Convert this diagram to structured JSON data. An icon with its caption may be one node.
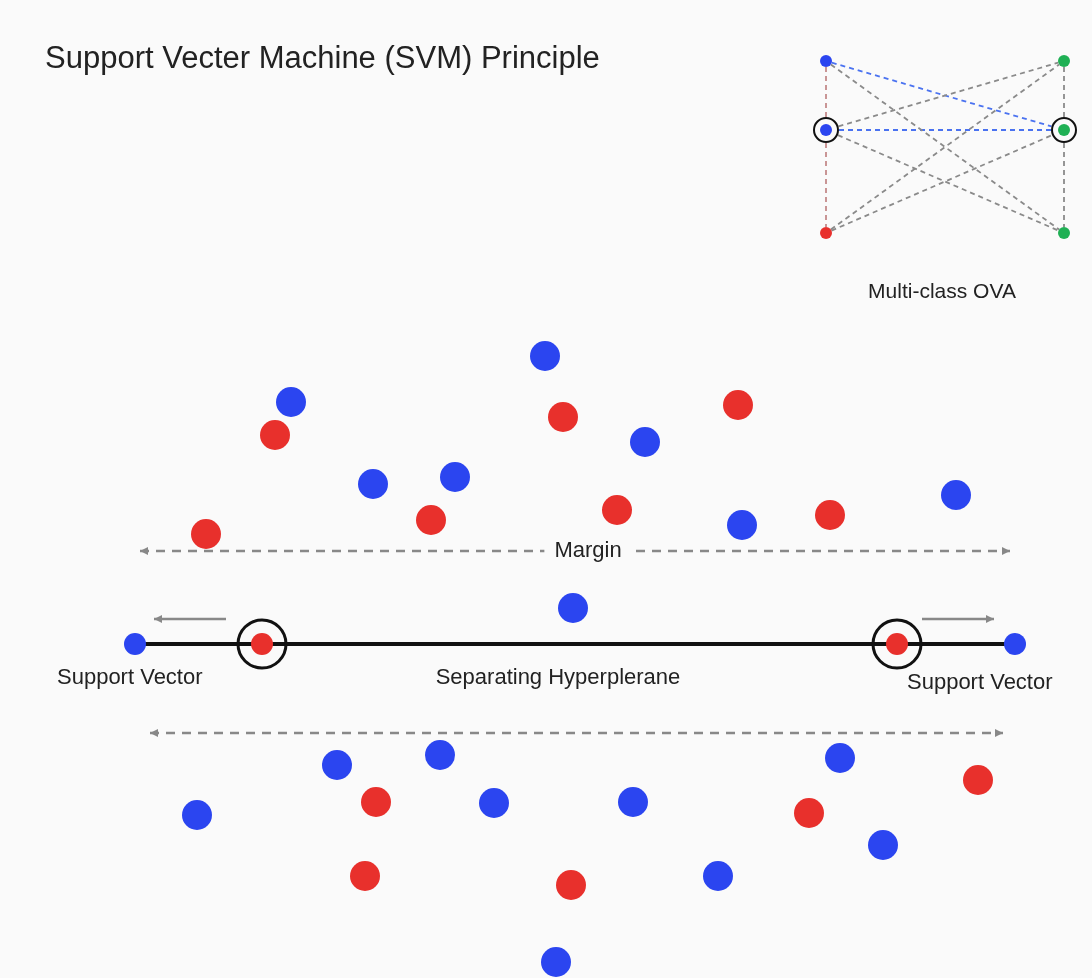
{
  "diagram": {
    "title": "Support Vecter Machine (SVM) Principle",
    "nodes": [
      {
        "text": [],
        "shape": "circle"
      },
      {
        "text": [],
        "shape": "circle"
      },
      {
        "text": [],
        "shape": "circle"
      },
      {
        "text": [],
        "shape": "circle"
      },
      {
        "text": [],
        "shape": "circle"
      },
      {
        "text": [],
        "shape": "circle"
      }
    ],
    "edges": [
      {
        "from": 0,
        "to": 1,
        "arrow": "none",
        "style": "dashed",
        "color": "#c48a8a"
      },
      {
        "from": 1,
        "to": 2,
        "arrow": "none",
        "style": "dashed",
        "color": "#c48a8a"
      },
      {
        "from": 3,
        "to": 4,
        "arrow": "none",
        "style": "dashed"
      },
      {
        "from": 4,
        "to": 5,
        "arrow": "none",
        "style": "dashed"
      },
      {
        "from": 0,
        "to": 4,
        "arrow": "none",
        "style": "dashed",
        "color": "#4a72f0"
      },
      {
        "from": 1,
        "to": 4,
        "arrow": "none",
        "style": "dashed",
        "color": "#4a72f0"
      },
      {
        "from": 0,
        "to": 5,
        "arrow": "none",
        "style": "dashed"
      },
      {
        "from": 1,
        "to": 3,
        "arrow": "none",
        "style": "dashed"
      },
      {
        "from": 1,
        "to": 5,
        "arrow": "none",
        "style": "dashed"
      },
      {
        "from": 2,
        "to": 3,
        "arrow": "none",
        "style": "dashed"
      },
      {
        "from": 2,
        "to": 4,
        "arrow": "none",
        "style": "dashed"
      }
    ],
    "labels": [
      "Multi-class OVA",
      "Margin",
      "Support Vector",
      "Separating Hyperplerane",
      "Support Vector"
    ]
  }
}
